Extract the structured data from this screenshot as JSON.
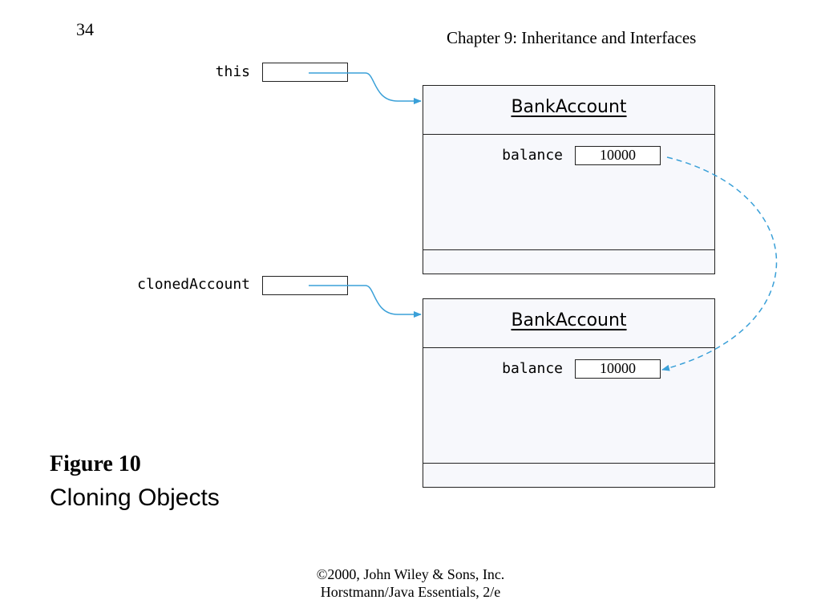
{
  "header": {
    "page_number": "34",
    "chapter_title": "Chapter 9: Inheritance and Interfaces"
  },
  "variables": {
    "this_label": "this",
    "cloned_label": "clonedAccount"
  },
  "objects": [
    {
      "class_name": "BankAccount",
      "field_label": "balance",
      "field_value": "10000"
    },
    {
      "class_name": "BankAccount",
      "field_label": "balance",
      "field_value": "10000"
    }
  ],
  "figure": {
    "number": "Figure 10",
    "caption": "Cloning Objects"
  },
  "footer": {
    "line1": "©2000, John Wiley & Sons, Inc.",
    "line2": "Horstmann/Java Essentials, 2/e"
  },
  "colors": {
    "arrow": "#3aa0d8",
    "object_fill": "#f7f8fc",
    "outline": "#222222"
  }
}
